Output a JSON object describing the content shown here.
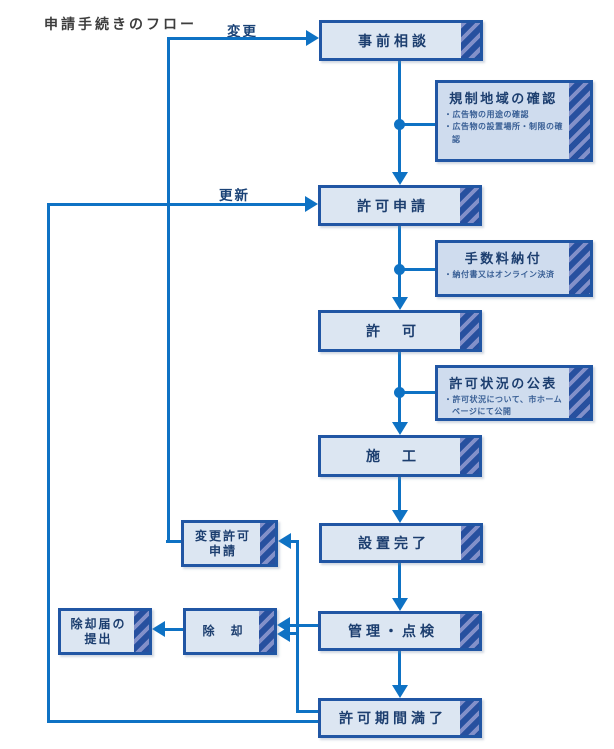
{
  "title": "申請手続きのフロー",
  "edge_labels": {
    "change": "変更",
    "renew": "更新"
  },
  "nodes": {
    "pre_consult": "事前相談",
    "permit_apply": "許可申請",
    "permit": "許　可",
    "construction": "施　工",
    "install_done": "設置完了",
    "manage_inspect": "管理・点検",
    "period_expire": "許可期間満了",
    "change_permit_l1": "変更許可",
    "change_permit_l2": "申請",
    "removal": "除　却",
    "removal_notice_l1": "除却届の",
    "removal_notice_l2": "提出"
  },
  "info_boxes": [
    {
      "title": "規制地域の確認",
      "bullets": [
        "・広告物の用途の確認",
        "・広告物の設置場所・制限の確認"
      ]
    },
    {
      "title": "手数料納付",
      "bullets": [
        "・納付書又はオンライン決済"
      ]
    },
    {
      "title": "許可状況の公表",
      "bullets": [
        "・許可状況について、市ホームページにて公開"
      ]
    }
  ],
  "colors": {
    "line_blue": "#0e72c4",
    "box_border": "#2156a4",
    "box_fill": "#dce6f2",
    "info_fill": "#cfdcee",
    "hatch_dark": "#27509f",
    "hatch_light": "#8290c9",
    "label_navy": "#1c3e6f",
    "title_gray": "#3d3d3d"
  }
}
